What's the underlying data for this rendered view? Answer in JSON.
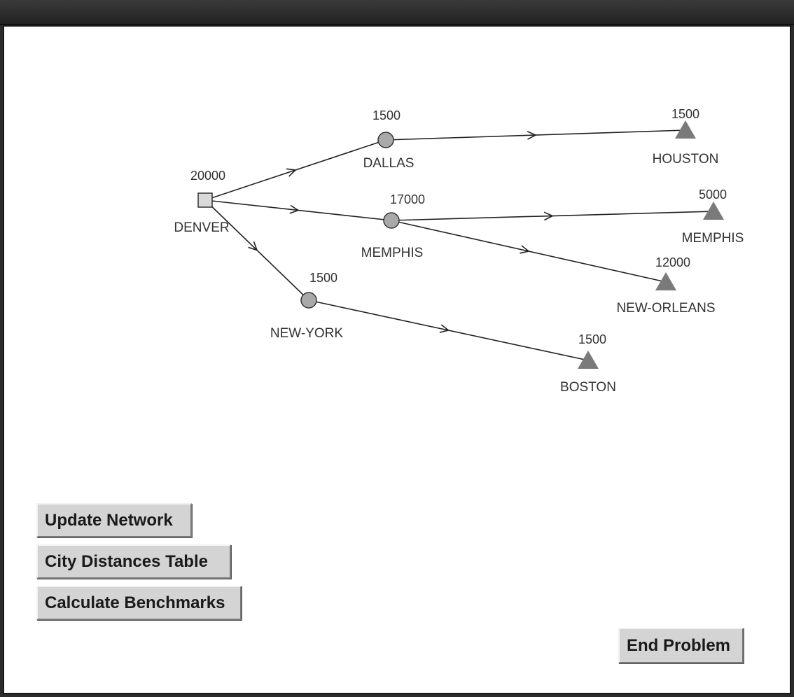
{
  "network": {
    "nodes": [
      {
        "id": "denver",
        "type": "source",
        "label": "DENVER",
        "value": "20000"
      },
      {
        "id": "dallas",
        "type": "transshipment",
        "label": "DALLAS",
        "value": "1500"
      },
      {
        "id": "memphis_t",
        "type": "transshipment",
        "label": "MEMPHIS",
        "value": "17000"
      },
      {
        "id": "newyork",
        "type": "transshipment",
        "label": "NEW-YORK",
        "value": "1500"
      },
      {
        "id": "houston",
        "type": "destination",
        "label": "HOUSTON",
        "value": "1500"
      },
      {
        "id": "memphis_d",
        "type": "destination",
        "label": "MEMPHIS",
        "value": "5000"
      },
      {
        "id": "neworleans",
        "type": "destination",
        "label": "NEW-ORLEANS",
        "value": "12000"
      },
      {
        "id": "boston",
        "type": "destination",
        "label": "BOSTON",
        "value": "1500"
      }
    ],
    "edges": [
      {
        "from": "denver",
        "to": "dallas"
      },
      {
        "from": "denver",
        "to": "memphis_t"
      },
      {
        "from": "denver",
        "to": "newyork"
      },
      {
        "from": "dallas",
        "to": "houston"
      },
      {
        "from": "memphis_t",
        "to": "memphis_d"
      },
      {
        "from": "memphis_t",
        "to": "neworleans"
      },
      {
        "from": "newyork",
        "to": "boston"
      }
    ],
    "colors": {
      "node_fill": "#a9a9a9",
      "source_fill": "#d9d9d9",
      "triangle_fill": "#7a7a7a",
      "edge": "#222222"
    }
  },
  "buttons": {
    "update_network": "Update Network",
    "city_distances": "City Distances Table",
    "calculate_benchmarks": "Calculate Benchmarks",
    "end_problem": "End Problem"
  }
}
